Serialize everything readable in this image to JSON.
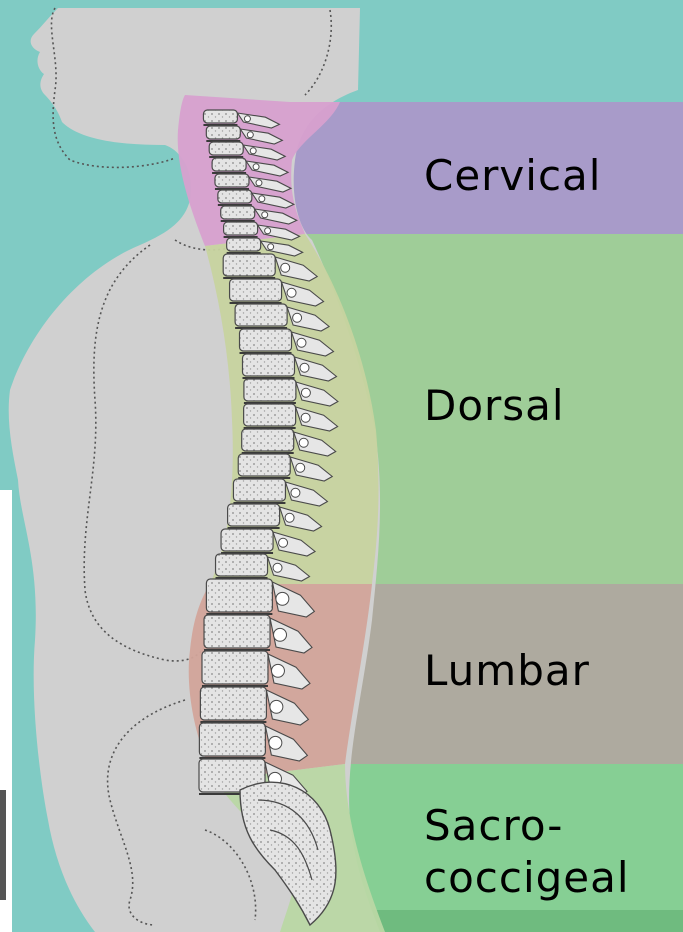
{
  "regions": [
    {
      "key": "cervical",
      "label": "Cervical",
      "color": "#a89bc9"
    },
    {
      "key": "dorsal",
      "label": "Dorsal",
      "color": "#9fcd98"
    },
    {
      "key": "lumbar",
      "label": "Lumbar",
      "color": "#aeaa9f"
    },
    {
      "key": "sacrococcygeal",
      "label_lines": [
        "Sacro-",
        "coccigeal"
      ],
      "color": "#86cf94"
    }
  ],
  "colors": {
    "background": "#80cbc4",
    "body_silhouette": "#d0d0d0",
    "spine_highlight_cervical": "#d7a0cf",
    "spine_highlight_dorsal": "#c7d39f",
    "spine_highlight_lumbar": "#d2a49a",
    "spine_highlight_sacral": "#b9d7a4",
    "bone": "#e6e6e6",
    "bone_outline": "#4a4a4a"
  },
  "icons": {
    "silhouette": "human-profile-silhouette",
    "spine": "vertebral-column-illustration"
  }
}
